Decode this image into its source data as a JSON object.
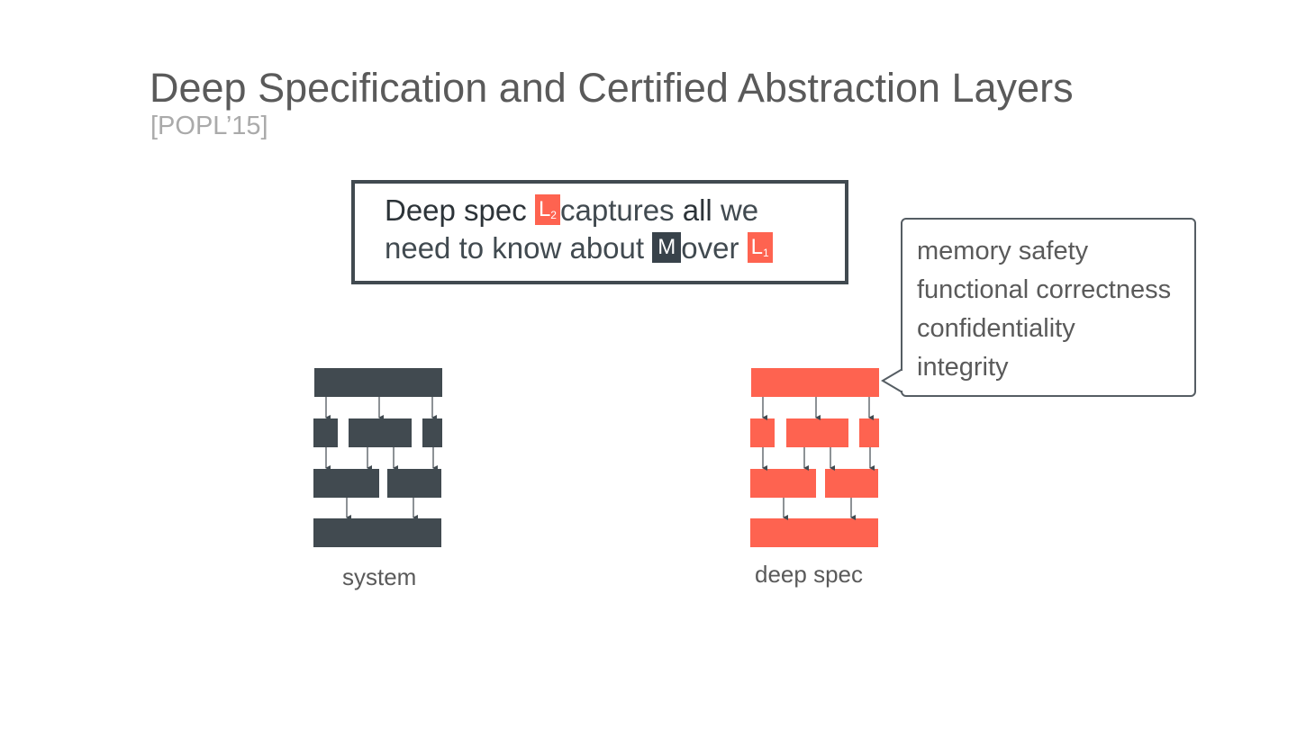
{
  "slide": {
    "title": "Deep Specification and Certified Abstraction Layers",
    "subtitle": "[POPL’15]"
  },
  "claim": {
    "part1": "Deep spec",
    "tag_l2": "L",
    "tag_l2_sub": "2",
    "part2": "captures",
    "part3": "all",
    "part4": "we",
    "part5": "need to know about",
    "tag_m": "M",
    "part6": "over",
    "tag_l1": "L",
    "tag_l1_sub": "1"
  },
  "properties": [
    "memory safety",
    "functional correctness",
    "confidentiality",
    "integrity"
  ],
  "captions": {
    "left": "system",
    "right": "deep spec"
  },
  "colors": {
    "dark": "#414a50",
    "accent": "#fe6350",
    "text": "#5a5a5a"
  }
}
